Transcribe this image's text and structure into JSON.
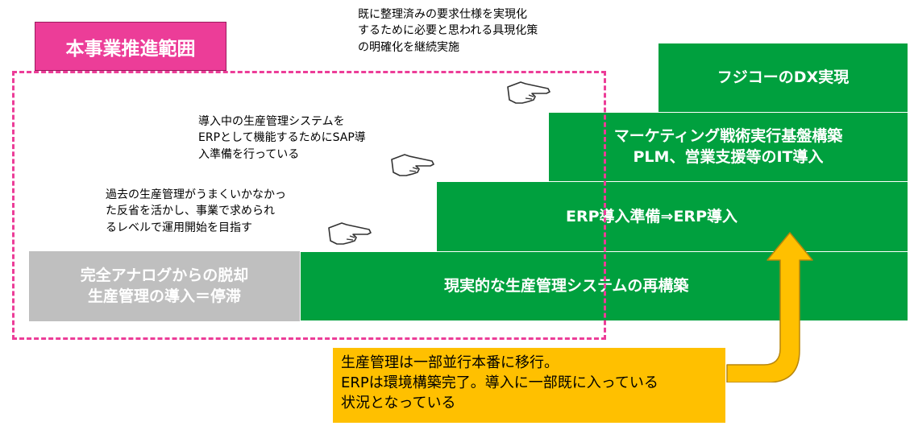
{
  "scope_title": "本事業推進範囲",
  "notes": {
    "top": [
      "既に整理済みの要求仕様を実現化",
      "するために必要と思われる具現化策",
      "の明確化を継続実施"
    ],
    "middle": [
      "導入中の生産管理システムを",
      "ERPとして機能するためにSAP導",
      "入準備を行っている"
    ],
    "lower": [
      "過去の生産管理がうまくいかなかっ",
      "た反省を活かし、事業で求められ",
      "るレベルで運用開始を目指す"
    ]
  },
  "gray_box": {
    "line1": "完全アナログからの脱却",
    "line2": "生産管理の導入＝停滞"
  },
  "steps": [
    {
      "lines": [
        "現実的な生産管理システムの再構築"
      ]
    },
    {
      "lines": [
        "ERP導入準備⇒ERP導入"
      ]
    },
    {
      "lines": [
        "マーケティング戦術実行基盤構築",
        "PLM、営業支援等のIT導入"
      ]
    },
    {
      "lines": [
        "フジコーのDX実現"
      ]
    }
  ],
  "status_box": [
    "生産管理は一部並行本番に移行。",
    "ERPは環境構築完了。導入に一部既に入っている",
    "状況となっている"
  ],
  "colors": {
    "step_green": "#00a03e",
    "scope_pink": "#ec3d98",
    "gray": "#bfbfbf",
    "status_yellow": "#ffc000"
  },
  "icons": [
    "pointing-hand-icon",
    "up-arrow-icon"
  ]
}
